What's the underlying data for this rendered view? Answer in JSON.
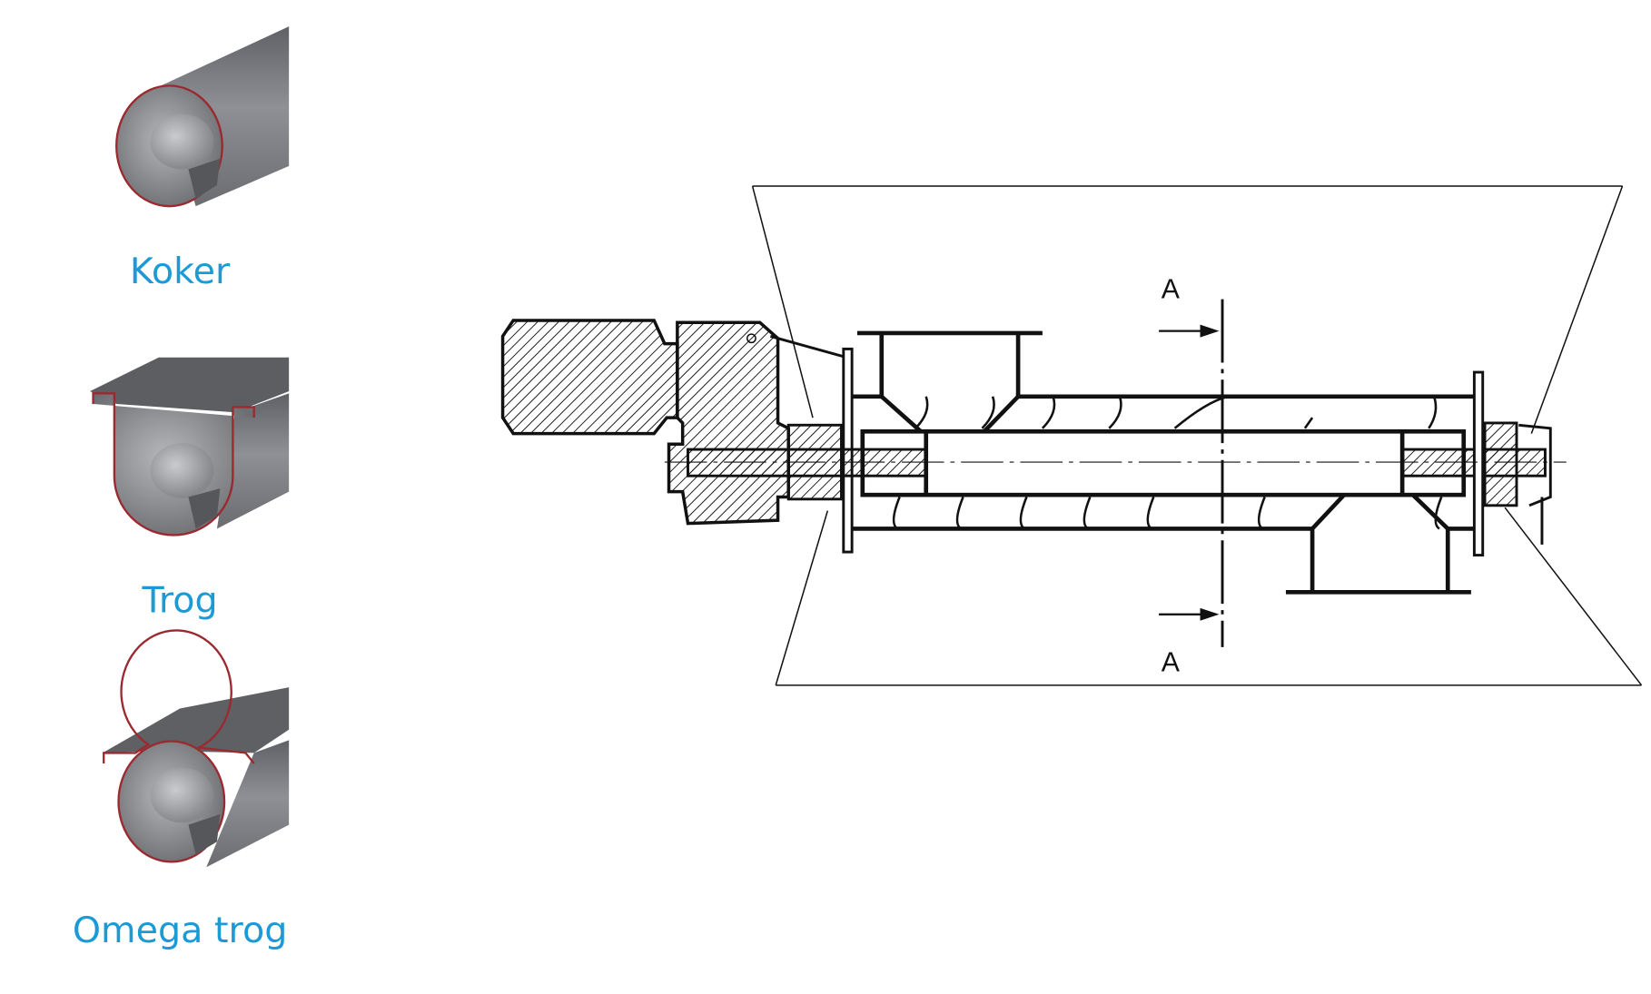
{
  "colors": {
    "label": "#1b9ad6",
    "cut_edge": "#9a2a30",
    "steel": "#7d7f84",
    "line": "#111111"
  },
  "profiles": [
    {
      "label": "Koker"
    },
    {
      "label": "Trog"
    },
    {
      "label": "Omega trog"
    }
  ],
  "drawing": {
    "section_label_top": "A",
    "section_label_bottom": "A"
  }
}
